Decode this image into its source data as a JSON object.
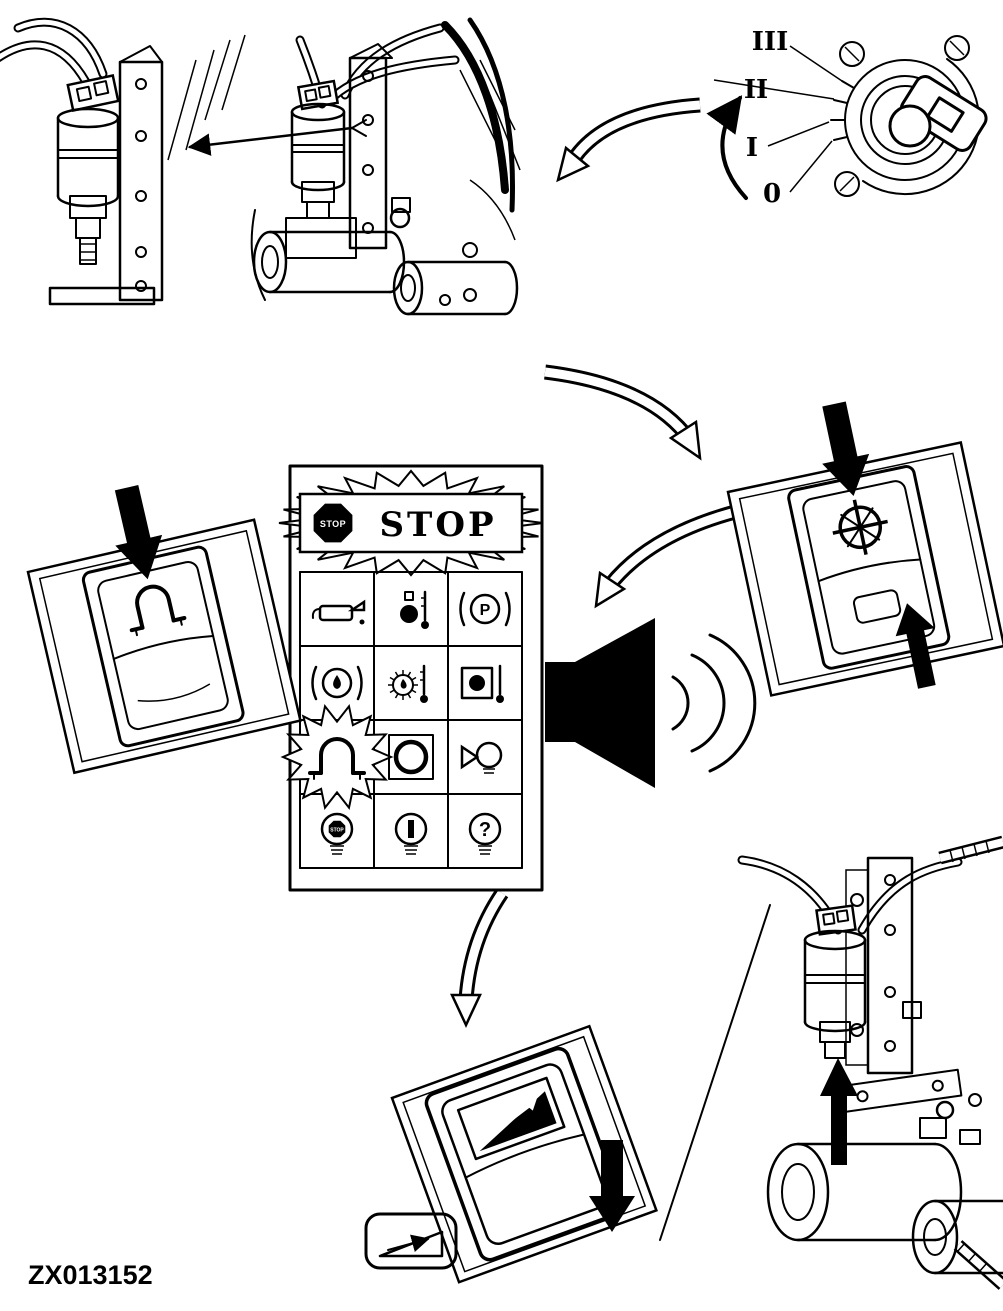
{
  "figure": {
    "code": "ZX013152"
  },
  "key_switch": {
    "positions": [
      "III",
      "II",
      "I",
      "0"
    ]
  },
  "warning_panel": {
    "banner": {
      "octagon_text": "STOP",
      "title": "STOP"
    },
    "indicators": [
      "engine-oil-pressure",
      "coolant-temperature",
      "parking-brake",
      "brake-fluid",
      "hydraulic-oil-temperature",
      "transmission-oil-temperature",
      "hitch",
      "pto",
      "air-filter",
      "stop-lamp",
      "power-lamp",
      "question-lamp"
    ],
    "labels": {
      "parking": "P",
      "stop_lamp": "STOP",
      "question_lamp": "?"
    }
  },
  "colors": {
    "ink": "#000000",
    "paper": "#ffffff"
  }
}
